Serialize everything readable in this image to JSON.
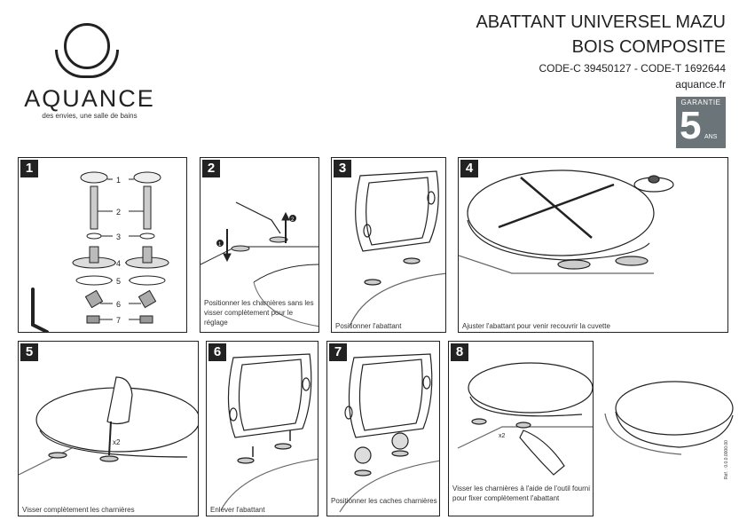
{
  "brand": {
    "name": "AQUANCE",
    "tagline": "des envies, une salle de bains"
  },
  "product": {
    "title_line1": "ABATTANT UNIVERSEL MAZU",
    "title_line2": "BOIS COMPOSITE",
    "codes": "CODE-C 39450127 - CODE-T 1692644",
    "website": "aquance.fr"
  },
  "warranty": {
    "label": "GARANTIE",
    "years": "5",
    "unit": "ANS"
  },
  "parts": [
    "1",
    "2",
    "3",
    "4",
    "5",
    "6",
    "7"
  ],
  "steps": [
    {
      "number": "1",
      "caption": ""
    },
    {
      "number": "2",
      "caption": "Positionner les charnières sans les visser complètement pour le réglage"
    },
    {
      "number": "3",
      "caption": "Positionner l'abattant"
    },
    {
      "number": "4",
      "caption": "Ajuster l'abattant pour venir recouvrir la cuvette"
    },
    {
      "number": "5",
      "caption": "Visser complètement les charnières"
    },
    {
      "number": "6",
      "caption": "Enlever l'abattant"
    },
    {
      "number": "7",
      "caption": "Positionner les caches charnières"
    },
    {
      "number": "8",
      "caption": "Visser les charnières à l'aide de l'outil fourni pour fixer complètement l'abattant"
    }
  ],
  "multiplier": "x2",
  "step2_markers": [
    "1",
    "2"
  ],
  "reference": "Réf. : 0.0.0.0000.00"
}
